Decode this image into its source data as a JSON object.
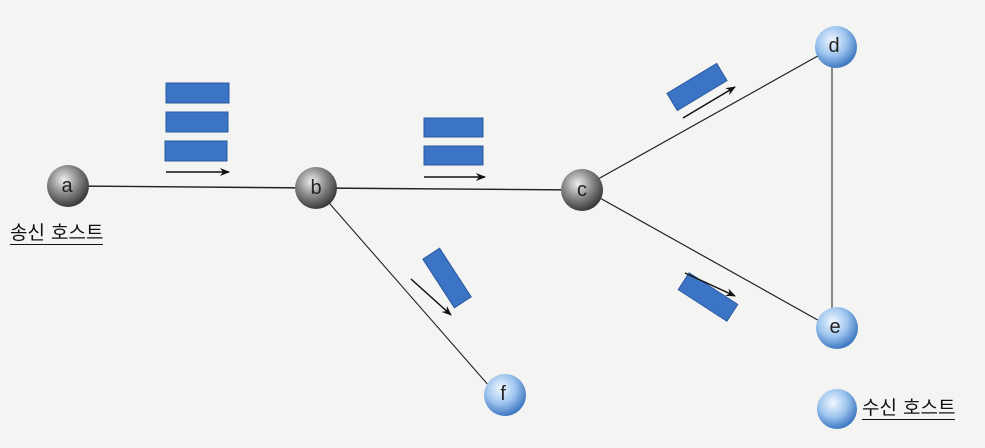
{
  "nodes": {
    "a": "a",
    "b": "b",
    "c": "c",
    "d": "d",
    "e": "e",
    "f": "f"
  },
  "labels": {
    "sender": "송신 호스트",
    "receiver_legend": "수신 호스트"
  },
  "colors": {
    "packet": "#3b74c4",
    "router": "#6f6f6f",
    "receiver": "#8fb8e6"
  }
}
